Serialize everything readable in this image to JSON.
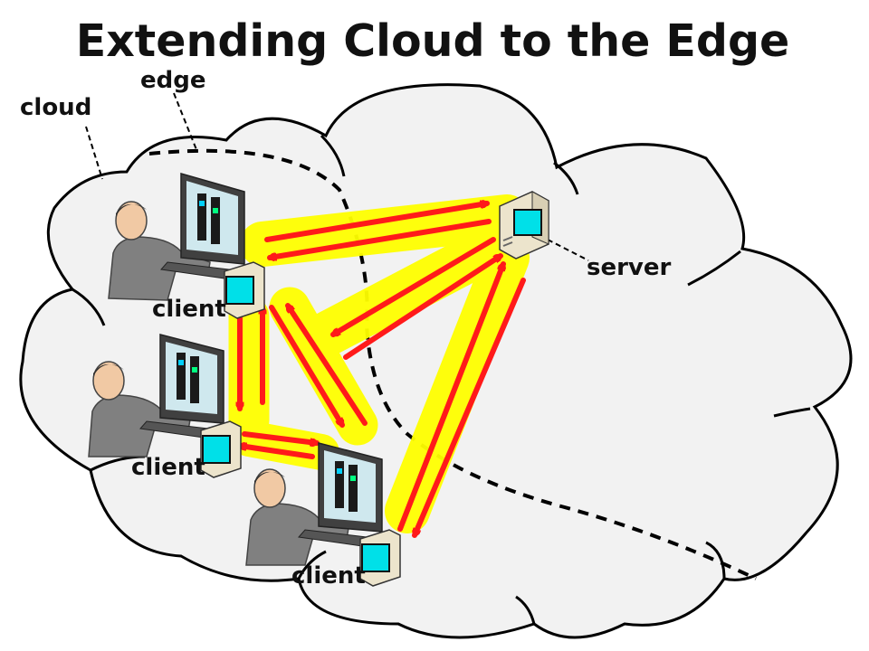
{
  "title": "Extending Cloud to the Edge",
  "labels": {
    "cloud": "cloud",
    "edge": "edge",
    "server": "server",
    "client_top": "client",
    "client_middle": "client",
    "client_bottom": "client"
  },
  "colors": {
    "cloud_fill": "#f2f2f2",
    "cloud_outline": "#000000",
    "arrow": "#ff1a1a",
    "highlight": "#ffff00",
    "screen": "#00e0e8",
    "monitor": "#404040",
    "person": "#808080",
    "tower": "#ece4cc"
  },
  "icons": {
    "user": "person-at-computer-icon",
    "pc": "desktop-tower-icon",
    "server": "server-tower-icon"
  }
}
